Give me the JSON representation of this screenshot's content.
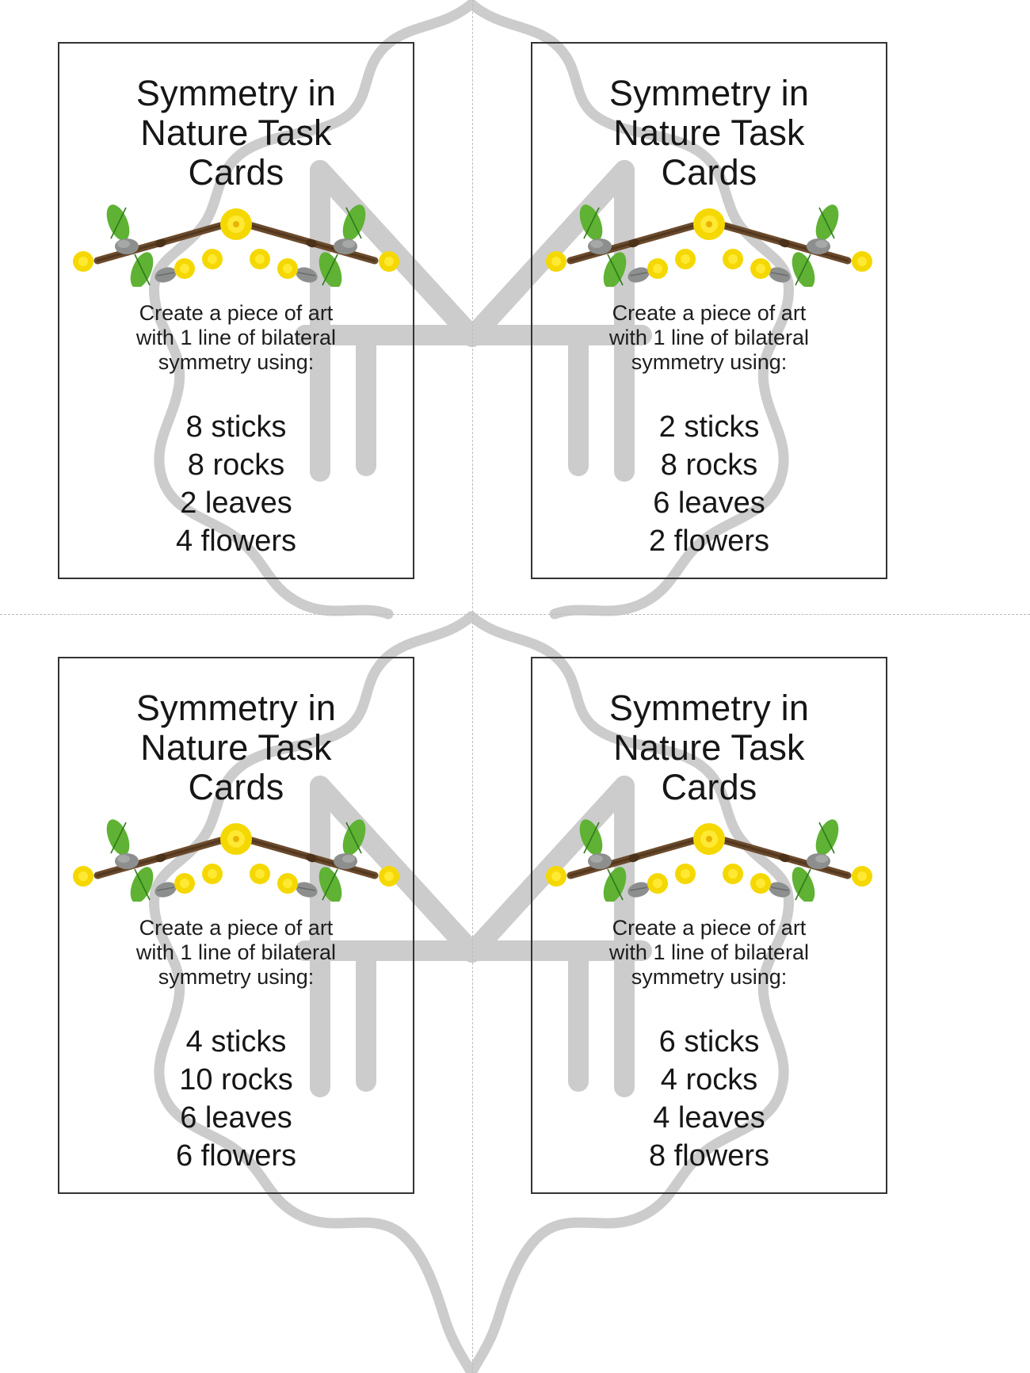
{
  "page": {
    "title": "Symmetry in Nature Task Cards",
    "watermark_color": "#cccccc",
    "cut_line_color": "#bdbdbd",
    "card_border_color": "#333333",
    "text_color": "#161616"
  },
  "common": {
    "card_title": "Symmetry in\nNature Task\nCards",
    "card_title_line1": "Symmetry in",
    "card_title_line2": "Nature Task",
    "card_title_line3": "Cards",
    "prompt_line1": "Create a piece of art",
    "prompt_line2": "with 1 line of bilateral",
    "prompt_line3": "symmetry using:"
  },
  "decoration": {
    "name": "nature-materials-arrangement",
    "stick_color": "#6b4a2c",
    "stick_color_dark": "#3f2a16",
    "leaf_color": "#5fb233",
    "leaf_color_dark": "#2f7a1c",
    "rock_color": "#8d8f8e",
    "rock_color_dark": "#6a6c6b",
    "flower_color": "#f5d800",
    "flower_color_dark": "#e8b400"
  },
  "cards": [
    {
      "id": "card-1",
      "position": "top-left",
      "items": [
        {
          "count": "8",
          "material": "sticks",
          "text": "8 sticks"
        },
        {
          "count": "8",
          "material": "rocks",
          "text": "8 rocks"
        },
        {
          "count": "2",
          "material": "leaves",
          "text": "2 leaves"
        },
        {
          "count": "4",
          "material": "flowers",
          "text": "4 flowers"
        }
      ]
    },
    {
      "id": "card-2",
      "position": "top-right",
      "items": [
        {
          "count": "2",
          "material": "sticks",
          "text": "2 sticks"
        },
        {
          "count": "8",
          "material": "rocks",
          "text": "8 rocks"
        },
        {
          "count": "6",
          "material": "leaves",
          "text": "6 leaves"
        },
        {
          "count": "2",
          "material": "flowers",
          "text": "2 flowers"
        }
      ]
    },
    {
      "id": "card-3",
      "position": "bottom-left",
      "items": [
        {
          "count": "4",
          "material": "sticks",
          "text": "4 sticks"
        },
        {
          "count": "10",
          "material": "rocks",
          "text": "10 rocks"
        },
        {
          "count": "6",
          "material": "leaves",
          "text": "6 leaves"
        },
        {
          "count": "6",
          "material": "flowers",
          "text": "6 flowers"
        }
      ]
    },
    {
      "id": "card-4",
      "position": "bottom-right",
      "items": [
        {
          "count": "6",
          "material": "sticks",
          "text": "6 sticks"
        },
        {
          "count": "4",
          "material": "rocks",
          "text": "4 rocks"
        },
        {
          "count": "4",
          "material": "leaves",
          "text": "4 leaves"
        },
        {
          "count": "8",
          "material": "flowers",
          "text": "8 flowers"
        }
      ]
    }
  ]
}
